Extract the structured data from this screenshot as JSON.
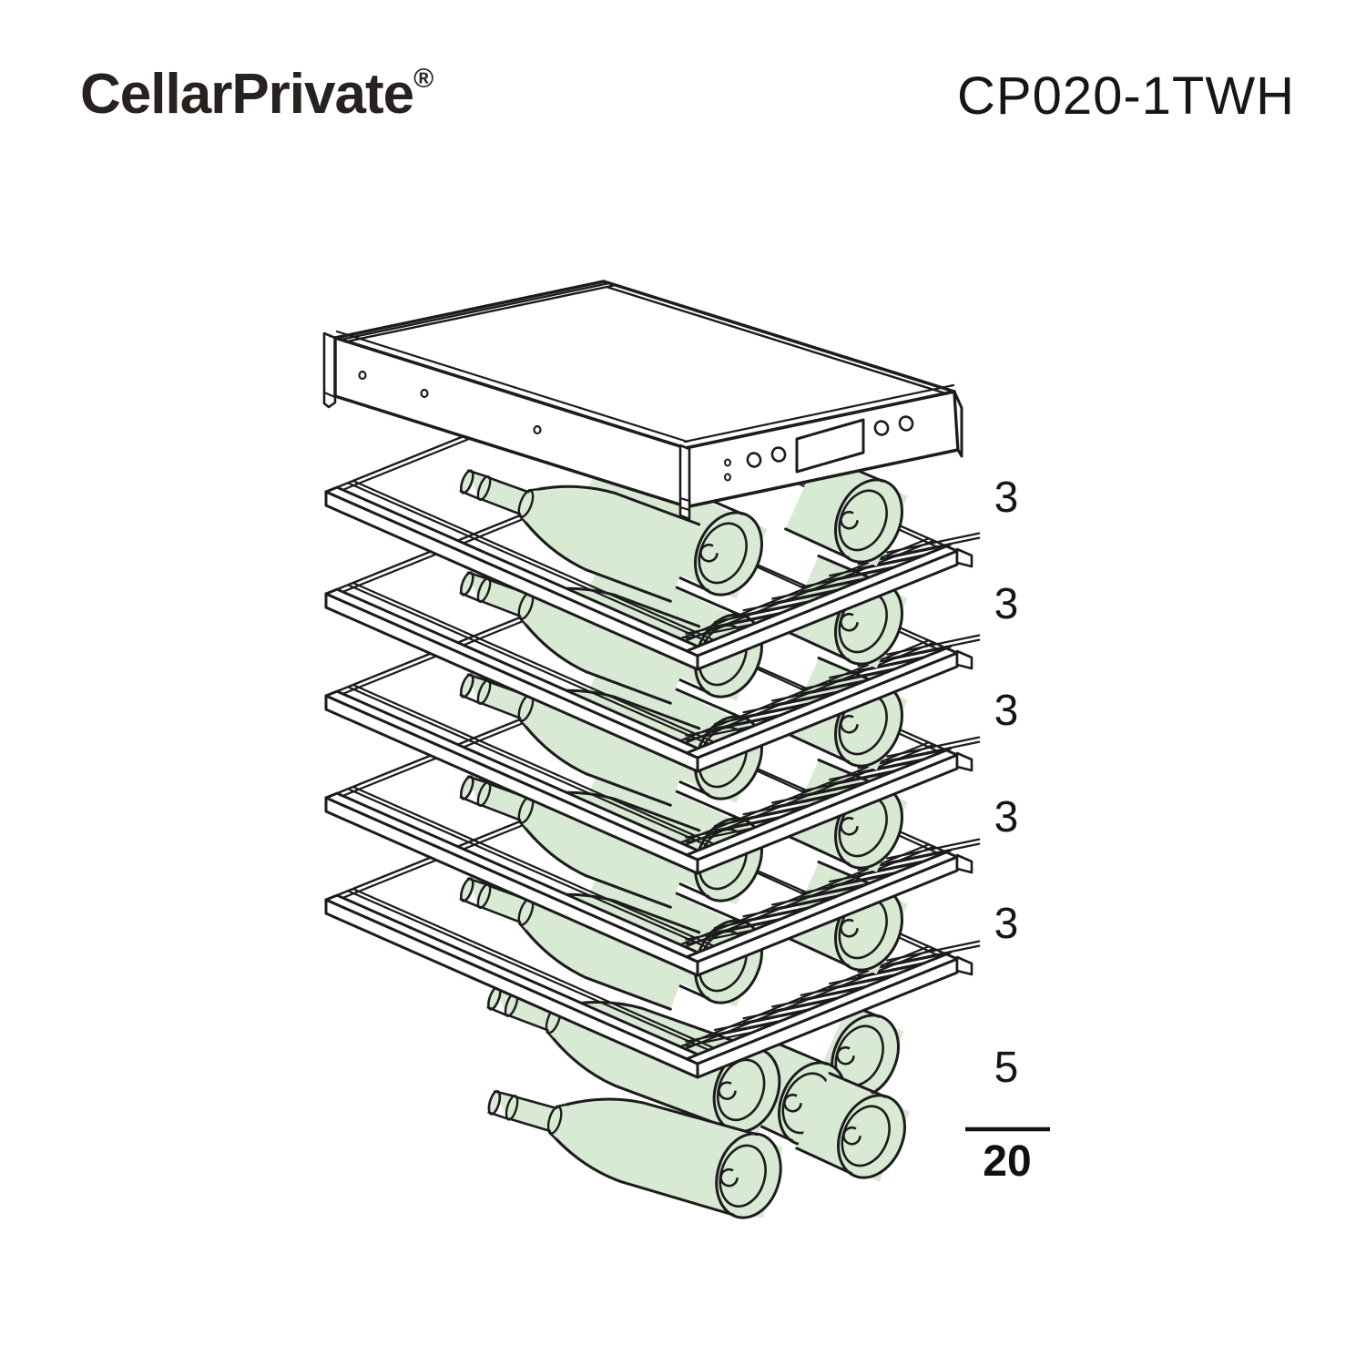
{
  "header": {
    "brand": "CellarPrivate",
    "registered_mark": "®",
    "model": "CP020-1TWH"
  },
  "capacity": {
    "shelf_counts": [
      "3",
      "3",
      "3",
      "3",
      "3"
    ],
    "bottom_count": "5",
    "total": "20",
    "breakdown_numeric": [
      3,
      3,
      3,
      3,
      3,
      5
    ],
    "total_numeric": 20
  },
  "colors": {
    "bottle_fill": "#d8e9d4",
    "line": "#1c1c1c",
    "background": "#ffffff",
    "text": "#151515"
  }
}
